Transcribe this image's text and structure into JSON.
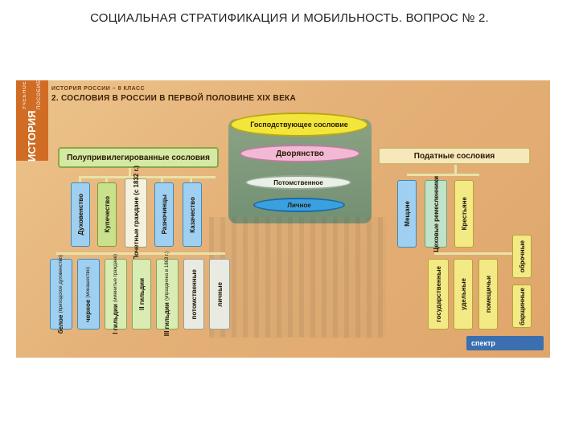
{
  "slide": {
    "title": "СОЦИАЛЬНАЯ СТРАТИФИКАЦИЯ И МОБИЛЬНОСТЬ. ВОПРОС № 2."
  },
  "poster": {
    "side_label": "ИСТОРИЯ",
    "side_sub": "УЧЕБНОЕ ПОСОБИЕ",
    "header_top": "ИСТОРИЯ РОССИИ – 8 КЛАСС",
    "header_main": "2. СОСЛОВИЯ В РОССИИ В ПЕРВОЙ ПОЛОВИНЕ XIX ВЕКА",
    "ruling": "Господствующее сословие",
    "nobility": "Дворянство",
    "hereditary": "Потомственное",
    "personal": "Личное",
    "semi_privileged": "Полупривилегированные сословия",
    "tax_paying": "Податные сословия",
    "semi_groups": [
      "Духовенство",
      "Купечество",
      "Почетные граждане (с 1832 г.)",
      "Разночинцы",
      "Казачество"
    ],
    "tax_groups": [
      "Мещане",
      "Цеховые ремесленники",
      "Крестьяне"
    ],
    "bottom_semi": [
      {
        "label": "белое",
        "note": "(приходское духовенство)"
      },
      {
        "label": "черное",
        "note": "(монашество)"
      },
      {
        "label": "I гильдии",
        "note": "(именитые граждане)"
      },
      {
        "label": "II гильдии",
        "note": ""
      },
      {
        "label": "III гильдии",
        "note": "(упразднена в 1863 г.)"
      },
      {
        "label": "потомственные",
        "note": ""
      },
      {
        "label": "личные",
        "note": ""
      }
    ],
    "bottom_tax": [
      "государственные",
      "удельные",
      "помещичьи"
    ],
    "serf_types": [
      "оброчные",
      "барщинные"
    ],
    "logo": "спектр"
  }
}
